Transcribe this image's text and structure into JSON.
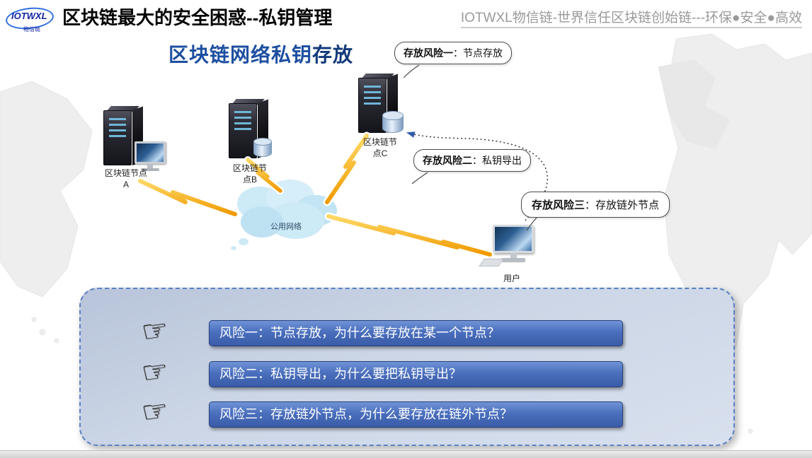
{
  "header": {
    "logo_text": "IOTWXL",
    "logo_subtext": "物信链",
    "title": "区块链最大的安全困惑--私钥管理",
    "tagline": "IOTWXL物信链-世界信任区块链创始链---环保●安全●高效"
  },
  "diagram": {
    "title_part1": "区块链网络私钥",
    "title_part2": "存放",
    "cloud_label": "公用网络",
    "user_label": "用户",
    "nodes": [
      {
        "id": "A",
        "line1": "区块链节点",
        "line2": "A"
      },
      {
        "id": "B",
        "line1": "区块链节",
        "line2": "点B"
      },
      {
        "id": "C",
        "line1": "区块链节",
        "line2": "点C"
      }
    ],
    "callouts": [
      {
        "bold": "存放风险一",
        "rest": "：节点存放"
      },
      {
        "bold": "存放风险二",
        "rest": "：私钥导出"
      },
      {
        "bold": "存放风险三",
        "rest": "：存放链外节点"
      }
    ]
  },
  "risk_panel": {
    "items": [
      {
        "label": "风险一：节点存放，为什么要存放在某一个节点？"
      },
      {
        "label": "风险二：私钥导出，为什么要把私钥导出？"
      },
      {
        "label": "风险三：存放链外节点，为什么要存放在链外节点？"
      }
    ]
  },
  "icons": {
    "hand": "☞"
  },
  "colors": {
    "brand_blue": "#13249f",
    "title_blue": "#1d4fa1",
    "bar_blue": "#4a6fbd",
    "panel_background": "#ccd6e6",
    "lightning_yellow": "#f09a00",
    "cloud_blue": "#cdeaf7"
  }
}
